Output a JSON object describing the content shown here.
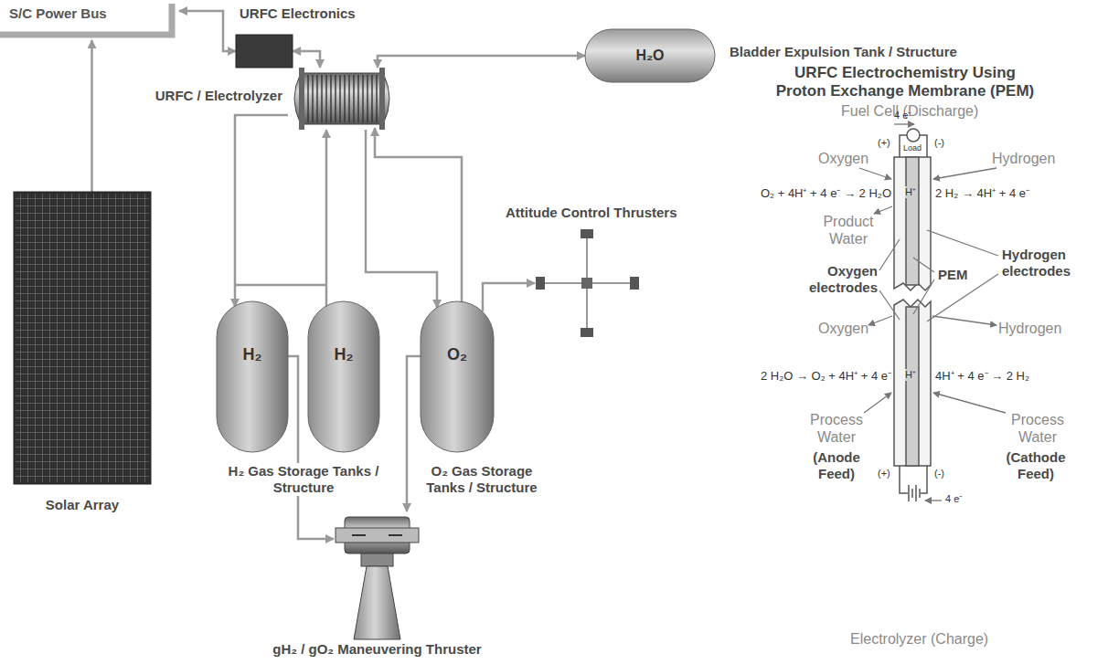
{
  "diagram": {
    "nodes": [
      {
        "text": [
          "S/C Power Bus"
        ]
      },
      {
        "text": [
          "URFC Electronics"
        ]
      },
      {
        "text": [
          "URFC / Electrolyzer"
        ]
      },
      {
        "text": [
          "H₂O",
          "Bladder Expulsion Tank / Structure"
        ]
      },
      {
        "text": [
          "Solar Array"
        ]
      },
      {
        "text": [
          "H₂"
        ]
      },
      {
        "text": [
          "H₂"
        ]
      },
      {
        "text": [
          "O₂",
          "O₂ Gas Storage Tanks / Structure"
        ]
      },
      {
        "text": [
          "Attitude Control Thrusters"
        ]
      },
      {
        "text": [
          "gH₂ / gO₂ Maneuvering Thruster"
        ]
      }
    ],
    "edges": [
      {
        "from": 4,
        "to": 0,
        "arrow": "to"
      },
      {
        "from": 0,
        "to": 1,
        "arrow": "both"
      },
      {
        "from": 1,
        "to": 2,
        "arrow": "both"
      },
      {
        "from": 2,
        "to": 3,
        "arrow": "both"
      },
      {
        "from": 2,
        "to": 5,
        "arrow": "to"
      },
      {
        "from": 6,
        "to": 2,
        "arrow": "to"
      },
      {
        "from": 2,
        "to": 7,
        "arrow": "to"
      },
      {
        "from": 7,
        "to": 2,
        "arrow": "to"
      },
      {
        "from": 7,
        "to": 8,
        "arrow": "to"
      },
      {
        "from": 5,
        "to": 9,
        "arrow": "to"
      },
      {
        "from": 7,
        "to": 9,
        "arrow": "to"
      }
    ],
    "labels": [
      "URFC Electrochemistry Using Proton Exchange Membrane (PEM)",
      "Fuel Cell (Discharge)",
      "4 e⁻",
      "(+)",
      "Load",
      "(-)",
      "Oxygen",
      "Hydrogen",
      "O₂ + 4H⁺ + 4 e⁻ → 2 H₂O",
      "H⁺",
      "2 H₂ → 4H⁺ + 4 e⁻",
      "Product Water",
      "Oxygen electrodes",
      "PEM",
      "Hydrogen electrodes",
      "Oxygen",
      "Hydrogen",
      "2 H₂O → O₂ + 4H⁺ + 4 e⁻",
      "H⁺",
      "4H⁺ + 4 e⁻ → 2 H₂",
      "Process Water",
      "(Anode Feed)",
      "Process Water",
      "(Cathode Feed)",
      "(+)",
      "(-)",
      "4 e⁻",
      "Electrolyzer (Charge)",
      "H₂ Gas Storage Tanks / Structure"
    ]
  }
}
